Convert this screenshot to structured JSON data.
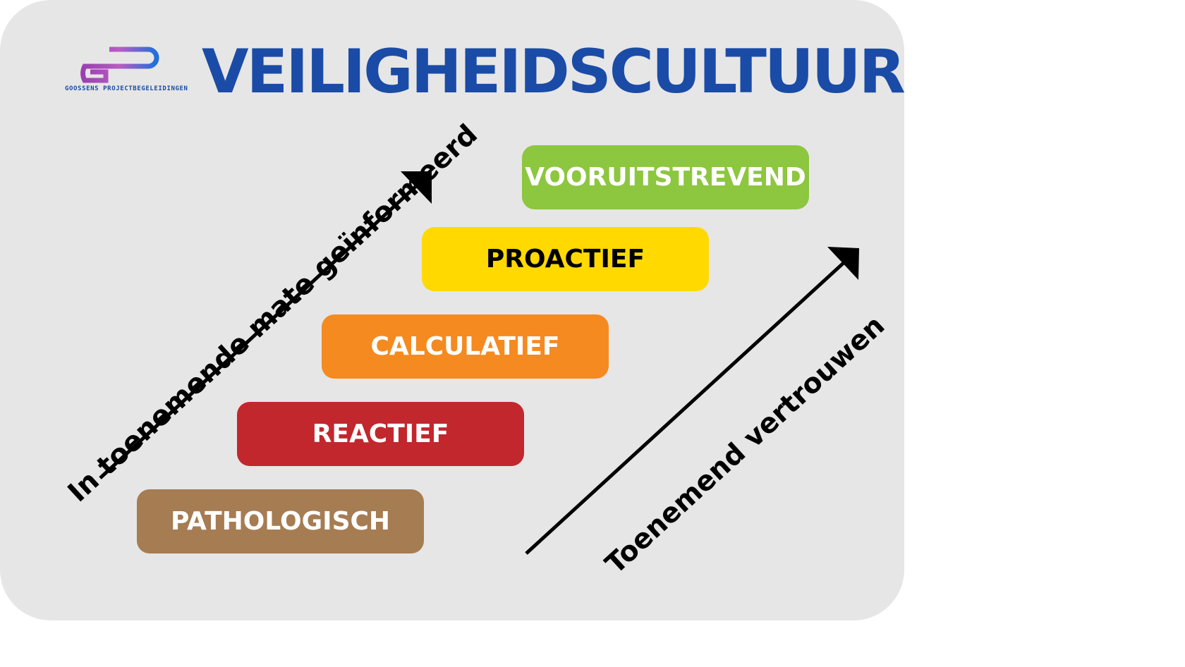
{
  "title": "VEILIGHEIDSCULTUUR",
  "logo": {
    "text": "GOOSSENS PROJECTBEGELEIDINGEN"
  },
  "levels": [
    {
      "label": "VOORUITSTREVEND",
      "color": "#8dc63f",
      "text_color": "#ffffff"
    },
    {
      "label": "PROACTIEF",
      "color": "#ffd900",
      "text_color": "#000000"
    },
    {
      "label": "CALCULATIEF",
      "color": "#f58a20",
      "text_color": "#ffffff"
    },
    {
      "label": "REACTIEF",
      "color": "#c1272d",
      "text_color": "#ffffff"
    },
    {
      "label": "PATHOLOGISCH",
      "color": "#a67c52",
      "text_color": "#ffffff"
    }
  ],
  "arrows": {
    "left_label": "In toenemende mate geïnformeerd",
    "right_label": "Toenemend vertrouwen"
  }
}
